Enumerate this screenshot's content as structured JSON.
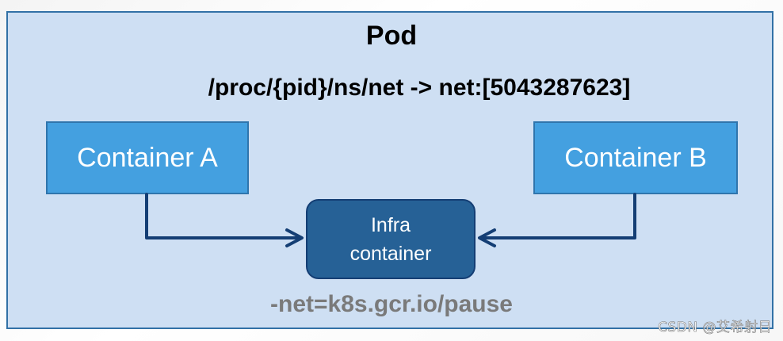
{
  "pod": {
    "title": "Pod",
    "ns_path": "/proc/{pid}/ns/net -> net:[5043287623]",
    "pause_label": "-net=k8s.gcr.io/pause"
  },
  "containers": {
    "a": {
      "label": "Container A"
    },
    "b": {
      "label": "Container B"
    }
  },
  "infra": {
    "line1": "Infra",
    "line2": "container"
  },
  "arrows": [
    {
      "from": "Container A",
      "to": "Infra container"
    },
    {
      "from": "Container B",
      "to": "Infra container"
    }
  ],
  "colors": {
    "pod_fill": "#cedff3",
    "pod_border": "#3271a6",
    "container_fill": "#44a0e0",
    "infra_fill": "#266196",
    "arrow": "#143e74",
    "pause_text": "#7a7a7a"
  },
  "watermark": "CSDN @艾希射日"
}
